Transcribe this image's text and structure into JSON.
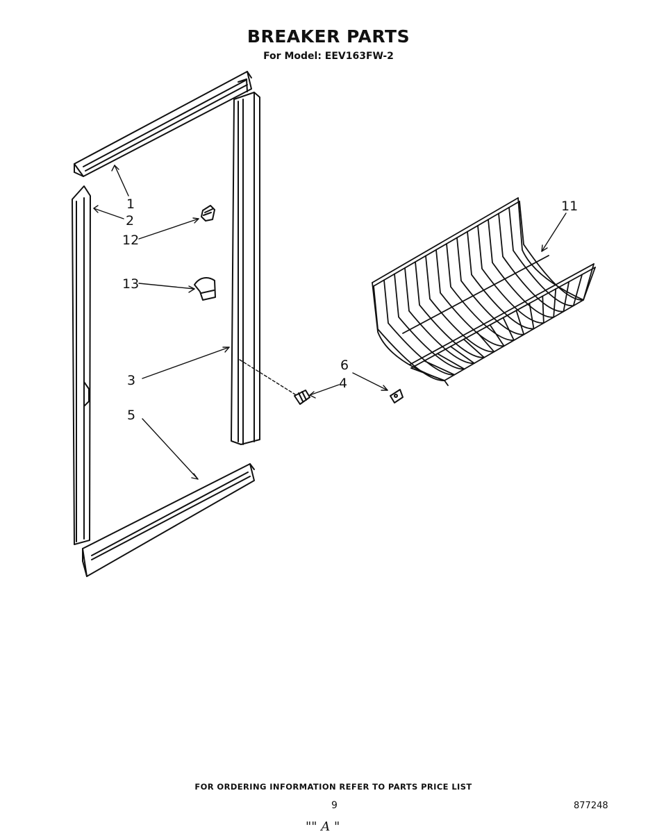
{
  "header": {
    "title": "BREAKER PARTS",
    "model_line": "For Model: EEV163FW-2"
  },
  "callouts": [
    {
      "id": "1",
      "label": "1"
    },
    {
      "id": "2",
      "label": "2"
    },
    {
      "id": "12",
      "label": "12"
    },
    {
      "id": "13",
      "label": "13"
    },
    {
      "id": "3",
      "label": "3"
    },
    {
      "id": "5",
      "label": "5"
    },
    {
      "id": "6",
      "label": "6"
    },
    {
      "id": "4",
      "label": "4"
    },
    {
      "id": "11",
      "label": "11"
    }
  ],
  "footer": {
    "ordering_note": "FOR ORDERING INFORMATION REFER TO PARTS PRICE LIST",
    "page_number": "9",
    "document_number": "877248",
    "handwritten_mark": "\"\" A \""
  }
}
